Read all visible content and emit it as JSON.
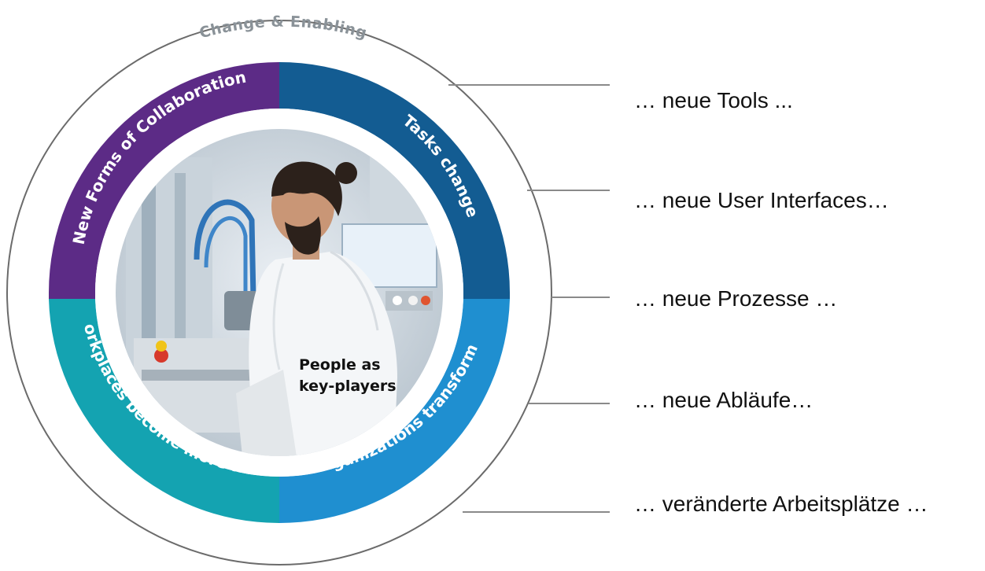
{
  "outer_ring_label": "Change & Enabling",
  "center_label_lines": [
    "People as",
    "key-players"
  ],
  "segments": [
    {
      "label": "New Forms of Collaboration",
      "color": "#5c2b86"
    },
    {
      "label": "Tasks change",
      "color": "#135c92"
    },
    {
      "label": "Organizations transform",
      "color": "#1f8fd0"
    },
    {
      "label": "Workplaces become more flexible",
      "color": "#14a3b1"
    }
  ],
  "right_labels": [
    "… neue Tools ...",
    "… neue User Interfaces…",
    "… neue Prozesse …",
    "… neue Abläufe…",
    "… veränderte Arbeitsplätze …"
  ],
  "colors": {
    "outer_ring": "#6b6b6b",
    "connector": "#8a8a8a"
  },
  "photo_icon": "worker-at-machine-photo"
}
